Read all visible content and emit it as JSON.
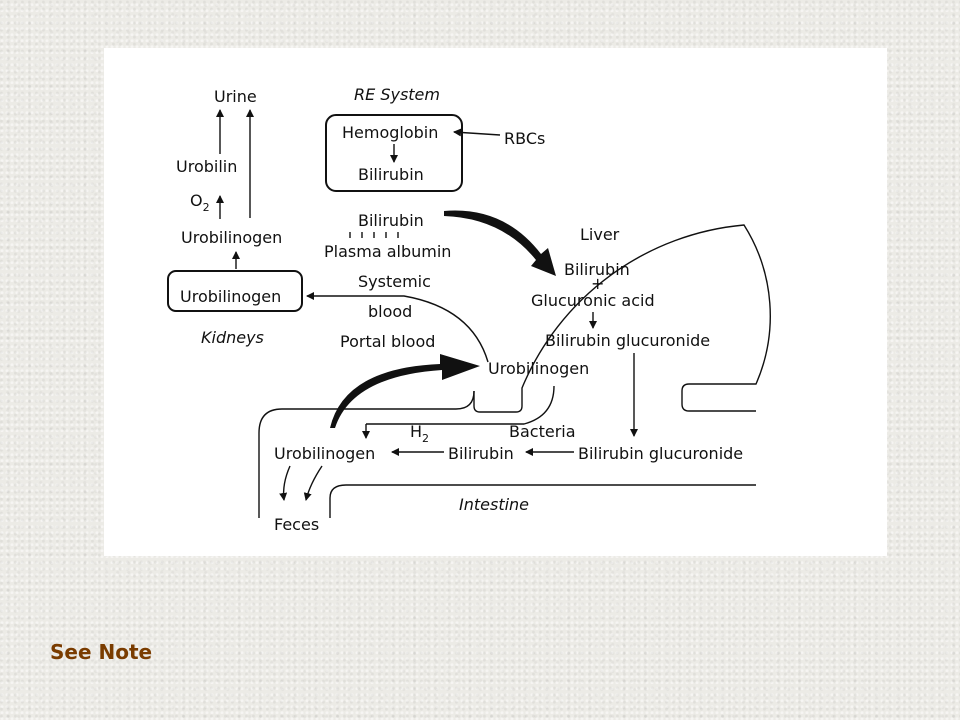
{
  "diagram": {
    "re_system": "RE System",
    "hemoglobin": "Hemoglobin",
    "rbcs": "RBCs",
    "bilirubin_in_re": "Bilirubin",
    "bilirubin_plasma": "Bilirubin",
    "plasma_albumin": "Plasma albumin",
    "liver": "Liver",
    "liver_bilirubin": "Bilirubin",
    "plus": "+",
    "glucuronic_acid": "Glucuronic acid",
    "bilirubin_glucuronide_liver": "Bilirubin glucuronide",
    "urobilinogen_liver": "Urobilinogen",
    "systemic": "Systemic",
    "blood": "blood",
    "portal_blood": "Portal blood",
    "urine": "Urine",
    "urobilin": "Urobilin",
    "o2": "O",
    "o2_sub": "2",
    "urobilinogen_urine": "Urobilinogen",
    "urobilinogen_kidney": "Urobilinogen",
    "kidneys": "Kidneys",
    "h2": "H",
    "h2_sub": "2",
    "bacteria": "Bacteria",
    "urobilinogen_intestine": "Urobilinogen",
    "bilirubin_intestine": "Bilirubin",
    "bilirubin_glucuronide_intestine": "Bilirubin glucuronide",
    "intestine": "Intestine",
    "feces": "Feces"
  },
  "note_link": "See Note"
}
